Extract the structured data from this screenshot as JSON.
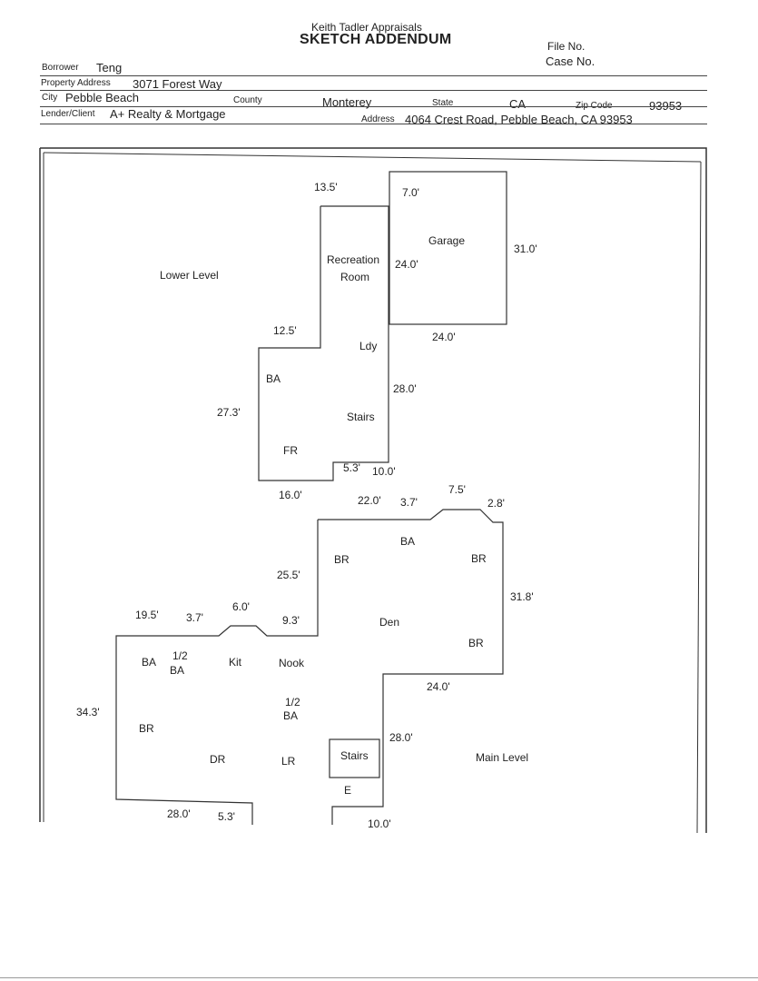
{
  "header": {
    "company": "Keith Tadler Appraisals",
    "title": "SKETCH ADDENDUM",
    "file_no_label": "File No.",
    "case_no_label": "Case No.",
    "borrower_label": "Borrower",
    "borrower": "Teng",
    "property_address_label": "Property Address",
    "property_address": "3071 Forest Way",
    "city_label": "City",
    "city": "Pebble Beach",
    "county_label": "County",
    "county": "Monterey",
    "state_label": "State",
    "state": "CA",
    "zip_label": "Zip Code",
    "zip": "93953",
    "lender_label": "Lender/Client",
    "lender": "A+ Realty & Mortgage",
    "address_label": "Address",
    "address": "4064 Crest Road, Pebble Beach, CA 93953"
  },
  "sketch": {
    "lower_level": {
      "level_label": "Lower Level",
      "garage": "Garage",
      "recreation": "Recreation",
      "room": "Room",
      "ldy": "Ldy",
      "ba": "BA",
      "stairs": "Stairs",
      "fr": "FR",
      "dims": {
        "d13_5": "13.5'",
        "d7_0": "7.0'",
        "d31_0": "31.0'",
        "d24_0a": "24.0'",
        "d24_0b": "24.0'",
        "d12_5": "12.5'",
        "d28_0": "28.0'",
        "d27_3": "27.3'",
        "d5_3": "5.3'",
        "d10_0": "10.0'",
        "d16_0": "16.0'"
      }
    },
    "main_level": {
      "level_label": "Main Level",
      "ba_top": "BA",
      "br_left": "BR",
      "br_right": "BR",
      "den": "Den",
      "br_lower": "BR",
      "ba": "BA",
      "half": "1/2",
      "ba_half": "BA",
      "kit": "Kit",
      "nook": "Nook",
      "half2": "1/2",
      "ba_half2": "BA",
      "br": "BR",
      "dr": "DR",
      "lr": "LR",
      "stairs": "Stairs",
      "e": "E",
      "dims": {
        "d22_0": "22.0'",
        "d3_7a": "3.7'",
        "d7_5": "7.5'",
        "d2_8": "2.8'",
        "d25_5": "25.5'",
        "d31_8": "31.8'",
        "d19_5": "19.5'",
        "d3_7b": "3.7'",
        "d6_0": "6.0'",
        "d9_3": "9.3'",
        "d24_0": "24.0'",
        "d34_3": "34.3'",
        "d28_0a": "28.0'",
        "d28_0b": "28.0'",
        "d5_3": "5.3'",
        "d10_0": "10.0'"
      }
    }
  }
}
